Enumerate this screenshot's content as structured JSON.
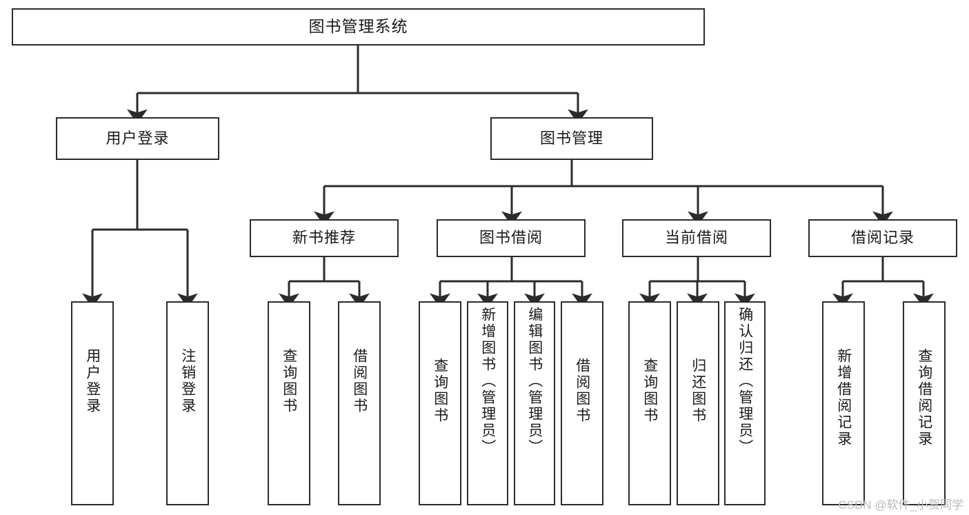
{
  "diagram": {
    "type": "tree-hierarchy",
    "title": "图书管理系统",
    "watermark": "CSDN @软件_小贺同学",
    "colors": {
      "border": "#2b2b2b",
      "background": "#ffffff",
      "text": "#1a1a1a",
      "edge": "#2b2b2b",
      "watermark": "#b9b9b9"
    },
    "root": {
      "id": "root",
      "label": "图书管理系统",
      "orientation": "horizontal"
    },
    "level2": [
      {
        "id": "user-login",
        "label": "用户登录",
        "orientation": "horizontal"
      },
      {
        "id": "book-manage",
        "label": "图书管理",
        "orientation": "horizontal"
      }
    ],
    "level3": [
      {
        "id": "new-book-rec",
        "label": "新书推荐",
        "orientation": "horizontal",
        "parent": "book-manage"
      },
      {
        "id": "book-borrow",
        "label": "图书借阅",
        "orientation": "horizontal",
        "parent": "book-manage"
      },
      {
        "id": "current-borrow",
        "label": "当前借阅",
        "orientation": "horizontal",
        "parent": "book-manage"
      },
      {
        "id": "borrow-record",
        "label": "借阅记录",
        "orientation": "horizontal",
        "parent": "book-manage"
      }
    ],
    "leaves": {
      "user_login": [
        {
          "id": "leaf-user-login",
          "label": "用户登录"
        },
        {
          "id": "leaf-logout",
          "label": "注销登录"
        }
      ],
      "new_book_rec": [
        {
          "id": "leaf-query-book-1",
          "label": "查询图书"
        },
        {
          "id": "leaf-borrow-book-1",
          "label": "借阅图书"
        }
      ],
      "book_borrow": [
        {
          "id": "leaf-query-book-2",
          "label": "查询图书"
        },
        {
          "id": "leaf-add-book",
          "label": "新增图书（管理员）"
        },
        {
          "id": "leaf-edit-book",
          "label": "编辑图书（管理员）"
        },
        {
          "id": "leaf-borrow-book-2",
          "label": "借阅图书"
        }
      ],
      "current_borrow": [
        {
          "id": "leaf-query-book-3",
          "label": "查询图书"
        },
        {
          "id": "leaf-return-book",
          "label": "归还图书"
        },
        {
          "id": "leaf-confirm-return",
          "label": "确认归还（管理员）"
        }
      ],
      "borrow_record": [
        {
          "id": "leaf-add-record",
          "label": "新增借阅记录"
        },
        {
          "id": "leaf-query-record",
          "label": "查询借阅记录"
        }
      ]
    }
  }
}
